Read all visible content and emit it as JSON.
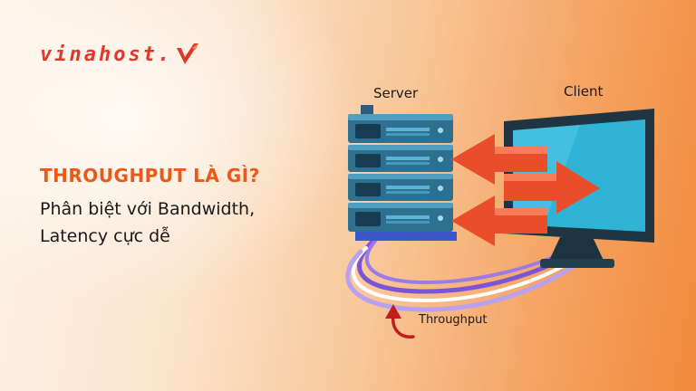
{
  "brand": {
    "logo_text": "vinahost.",
    "accent": "#e1382b"
  },
  "headline": "THROUGHPUT LÀ GÌ?",
  "subtitle_line1": "Phân biệt với Bandwidth,",
  "subtitle_line2": "Latency cực dễ",
  "diagram": {
    "server_label": "Server",
    "client_label": "Client",
    "throughput_label": "Throughput"
  },
  "colors": {
    "headline": "#e8591a",
    "server_body": "#2f6f8f",
    "server_front": "#3a89ac",
    "monitor_screen": "#30b4d6",
    "arrow": "#ea4d2c",
    "wave_purple": "#9b7be6"
  },
  "icons": [
    "server-rack-icon",
    "monitor-icon",
    "arrow-left-icon",
    "arrow-right-icon",
    "curved-arrow-icon"
  ]
}
